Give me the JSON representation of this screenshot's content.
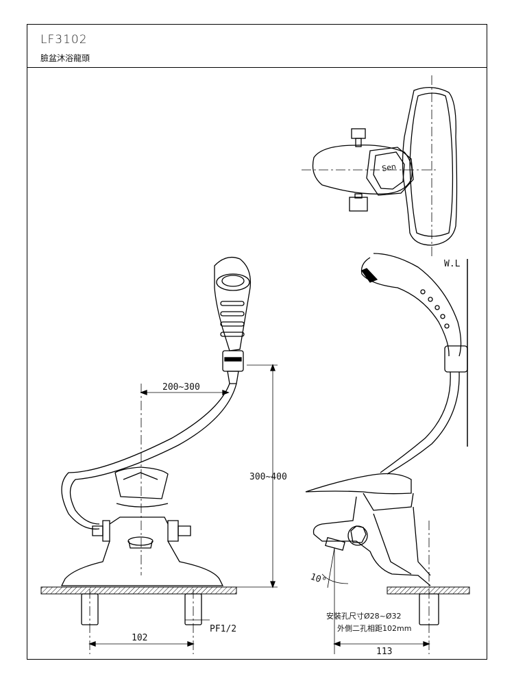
{
  "title_block": {
    "model": "LF3102",
    "product_name": "臉盆沐浴龍頭"
  },
  "labels": {
    "water_line": "W.L",
    "hose_span": "200~300",
    "height_range": "300~400",
    "thread": "PF1/2",
    "center_distance_front": "102",
    "center_distance_side": "113",
    "angle": "10°",
    "install_hole": "安裝孔尺寸Ø28~Ø32",
    "outer_spacing": "外側二孔相距102mm"
  },
  "colors": {
    "line": "#000000",
    "background": "#ffffff"
  }
}
